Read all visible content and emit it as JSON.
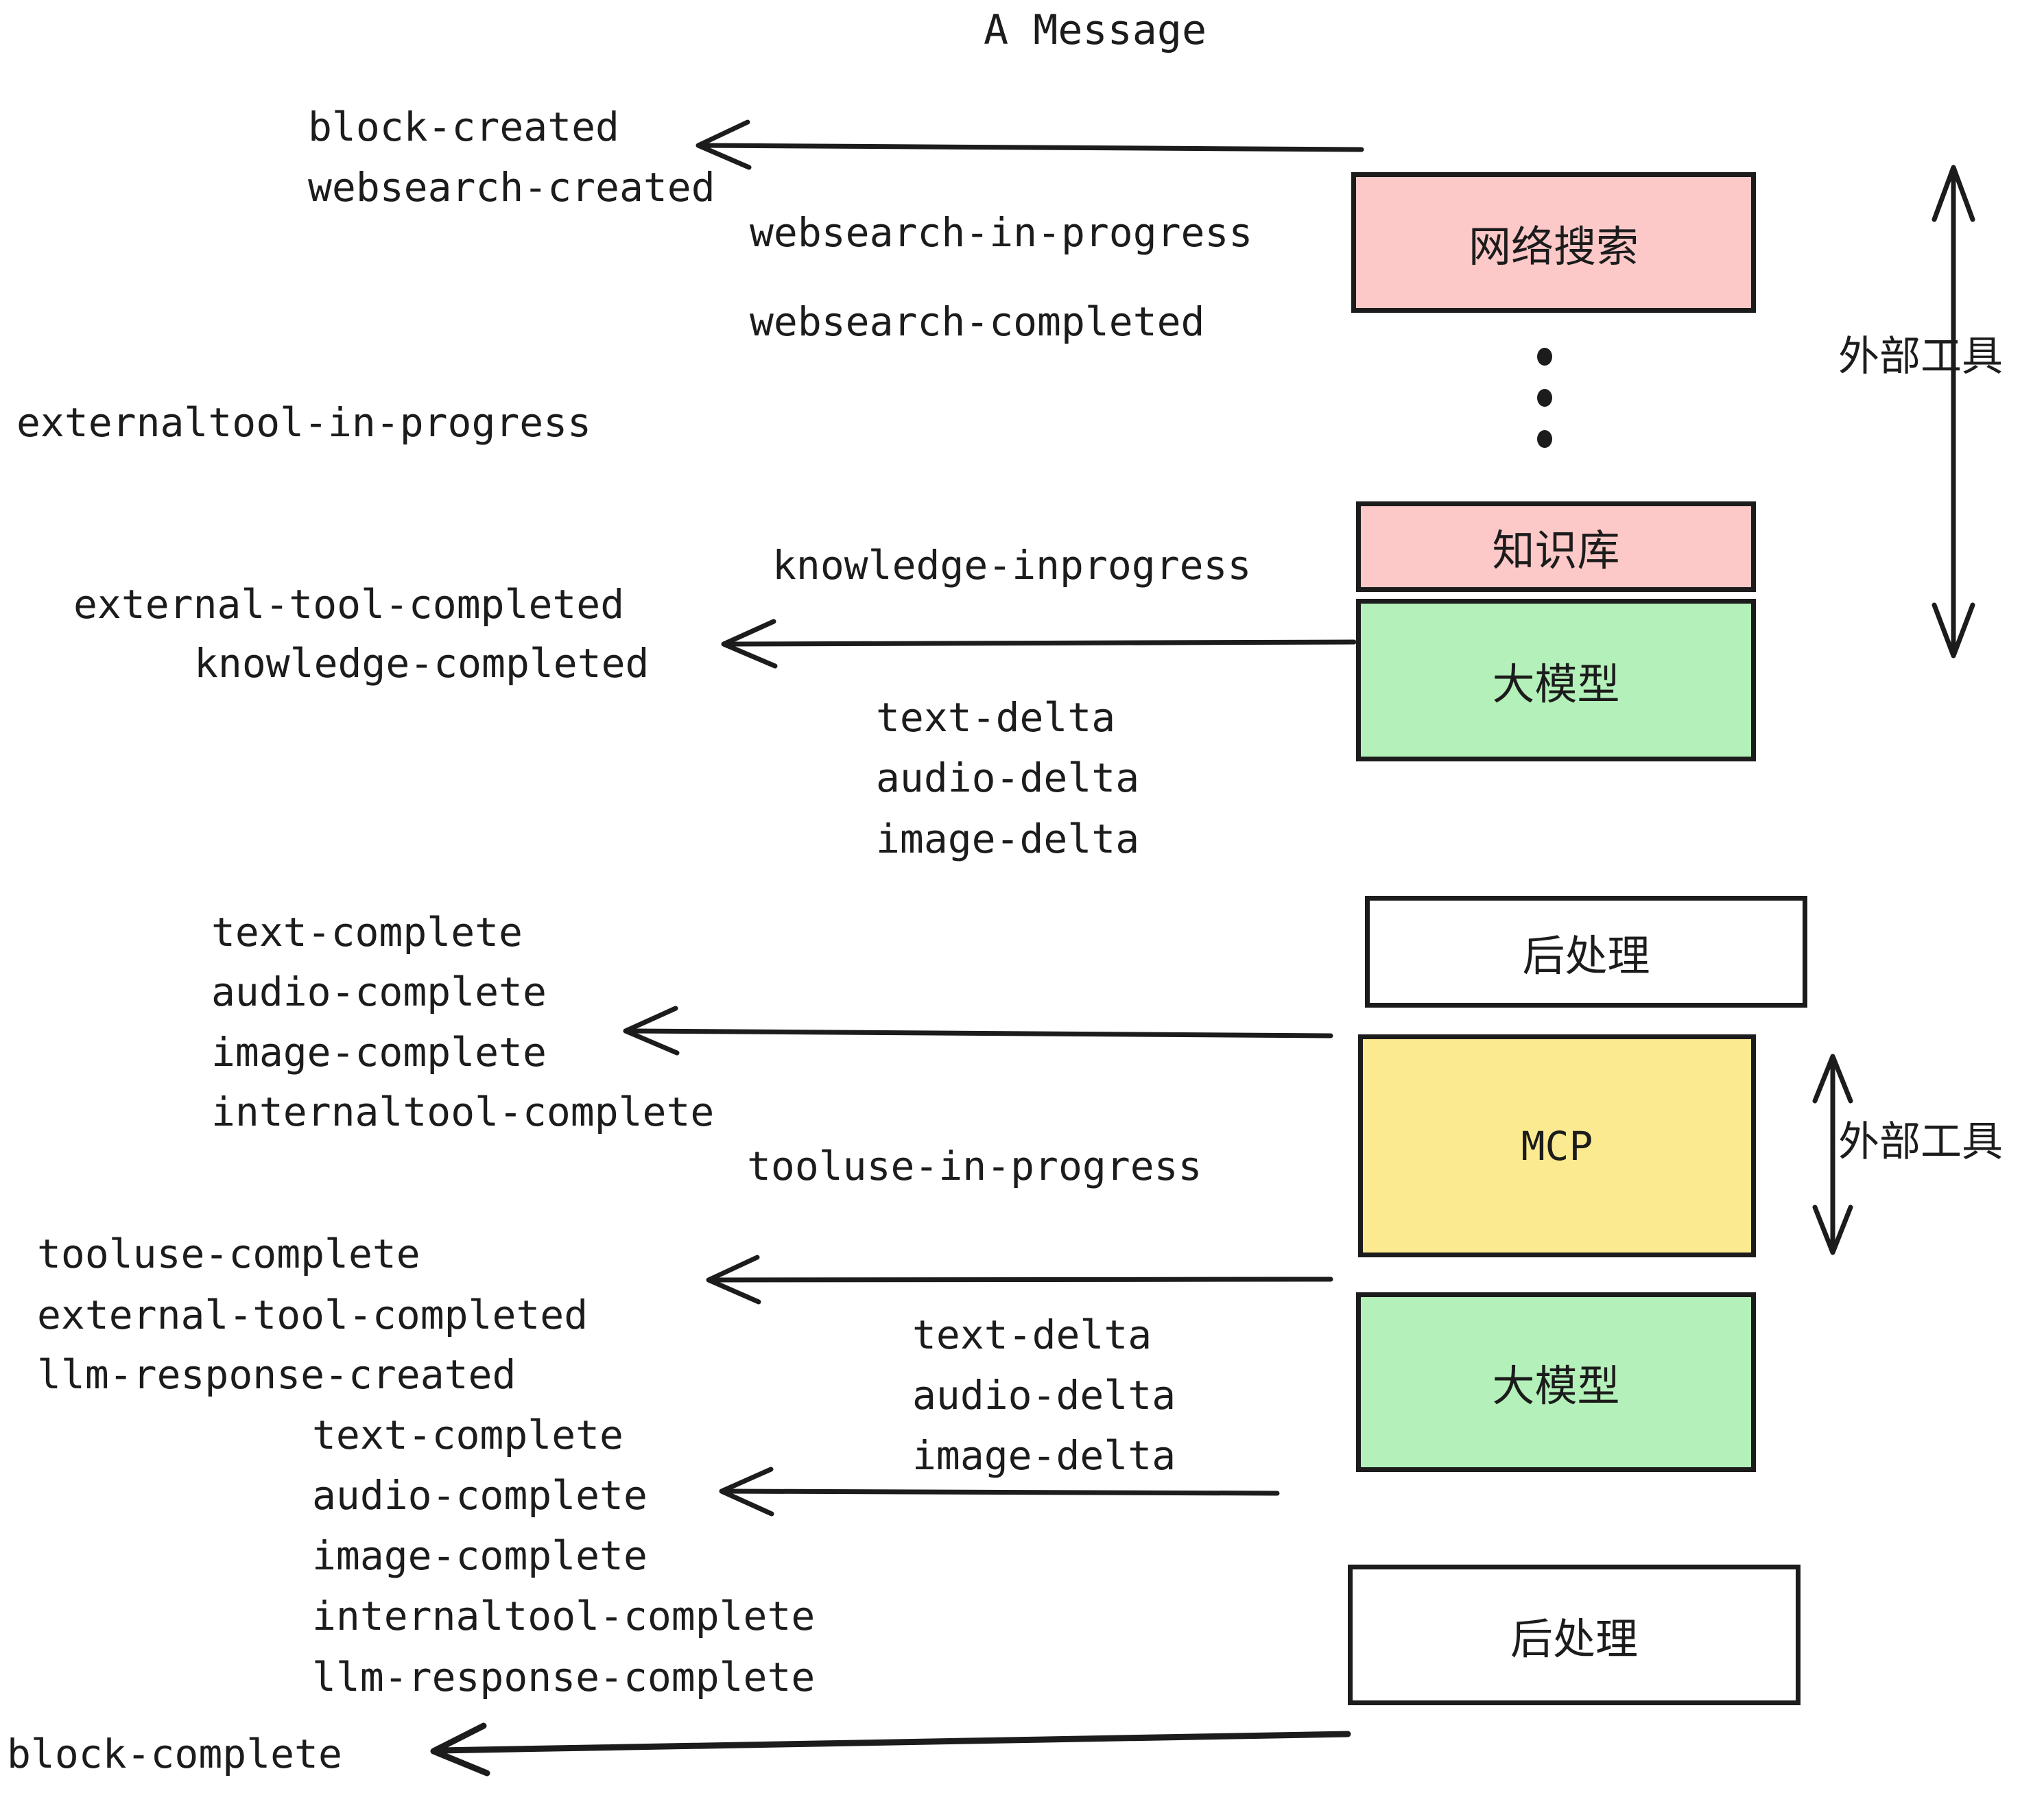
{
  "diagram": {
    "title": "A Message",
    "colors": {
      "pink": "#fdc9c8",
      "green": "#b4f0b9",
      "yellow": "#fcea90",
      "white": "#ffffff",
      "stroke": "#1c1c1c"
    }
  },
  "events": {
    "block_created": "block-created",
    "websearch_created": "websearch-created",
    "websearch_in_progress": "websearch-in-progress",
    "websearch_completed": "websearch-completed",
    "externaltool_in_progress": "externaltool-in-progress",
    "knowledge_inprogress": "knowledge-inprogress",
    "external_tool_completed_1": "external-tool-completed",
    "knowledge_completed": "knowledge-completed",
    "text_delta_1": "text-delta",
    "audio_delta_1": "audio-delta",
    "image_delta_1": "image-delta",
    "text_complete_1": "text-complete",
    "audio_complete_1": "audio-complete",
    "image_complete_1": "image-complete",
    "internaltool_complete_1": "internaltool-complete",
    "tooluse_in_progress": "tooluse-in-progress",
    "tooluse_complete": "tooluse-complete",
    "external_tool_completed_2": "external-tool-completed",
    "llm_response_created": "llm-response-created",
    "text_delta_2": "text-delta",
    "audio_delta_2": "audio-delta",
    "image_delta_2": "image-delta",
    "text_complete_2": "text-complete",
    "audio_complete_2": "audio-complete",
    "image_complete_2": "image-complete",
    "internaltool_complete_2": "internaltool-complete",
    "llm_response_complete": "llm-response-complete",
    "block_complete": "block-complete"
  },
  "nodes": {
    "websearch": "网络搜索",
    "knowledge": "知识库",
    "llm_1": "大模型",
    "postprocess_1": "后处理",
    "mcp": "MCP",
    "llm_2": "大模型",
    "postprocess_2": "后处理"
  },
  "annotations": {
    "external_tool_top": "外部工具",
    "external_tool_bottom": "外部工具"
  }
}
